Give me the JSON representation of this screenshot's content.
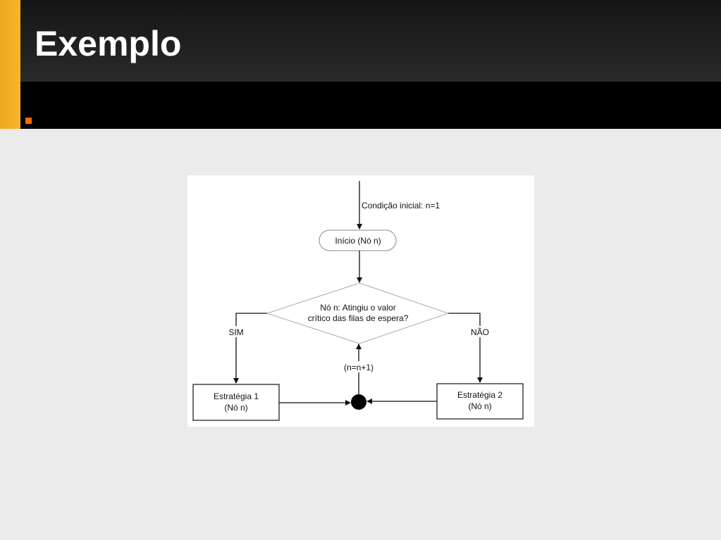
{
  "slide": {
    "title": "Exemplo",
    "colors": {
      "accent": "#f7b52c",
      "bullet": "#ff6a00",
      "header": "#1a1a1a",
      "background": "#ebebeb"
    }
  },
  "flowchart": {
    "initial_condition": "Condição inicial: n=1",
    "start_node": "Início (Nó n)",
    "decision_line1": "Nó n: Atingiu o valor",
    "decision_line2": "crítico das filas de espera?",
    "yes_label": "SIM",
    "no_label": "NÃO",
    "increment_label": "(n=n+1)",
    "strategy1_line1": "Estratégia 1",
    "strategy1_line2": "(Nó n)",
    "strategy2_line1": "Estratégia 2",
    "strategy2_line2": "(Nó n)"
  }
}
